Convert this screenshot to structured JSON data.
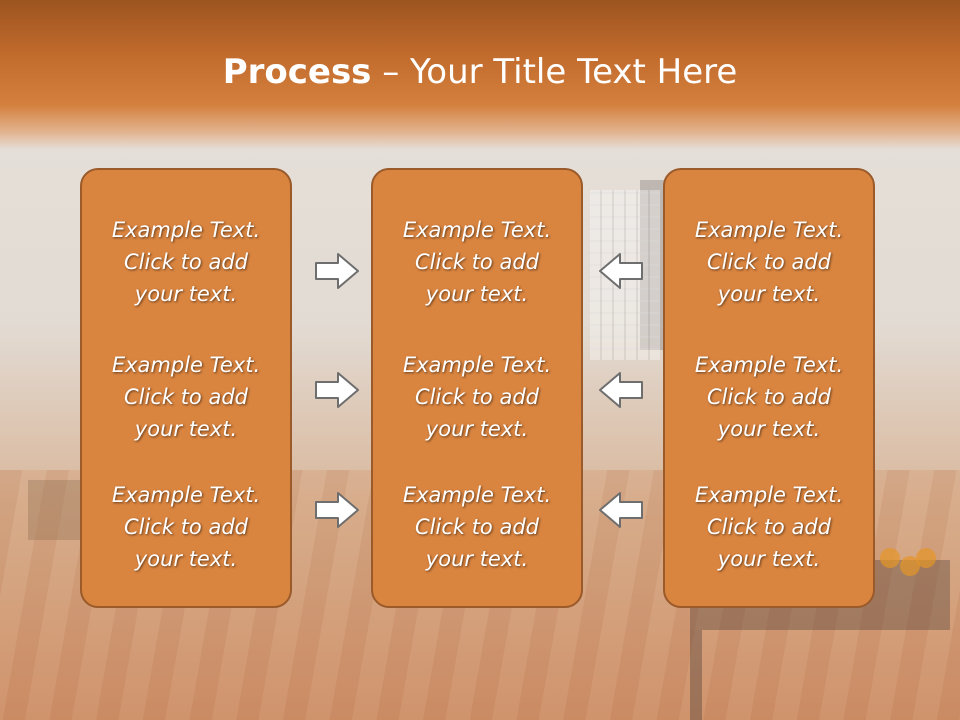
{
  "slide": {
    "title_bold": "Process",
    "title_rest": " – Your Title Text Here"
  },
  "columns": [
    {
      "items": [
        {
          "line1": "Example Text.",
          "line2": "Click  to add",
          "line3": "your text."
        },
        {
          "line1": "Example Text.",
          "line2": "Click  to add",
          "line3": "your text."
        },
        {
          "line1": "Example Text.",
          "line2": "Click  to add",
          "line3": "your text."
        }
      ]
    },
    {
      "items": [
        {
          "line1": "Example Text.",
          "line2": "Click  to add",
          "line3": "your text."
        },
        {
          "line1": "Example Text.",
          "line2": "Click  to add",
          "line3": "your text."
        },
        {
          "line1": "Example Text.",
          "line2": "Click  to add",
          "line3": "your text."
        }
      ]
    },
    {
      "items": [
        {
          "line1": "Example Text.",
          "line2": "Click  to add",
          "line3": "your text."
        },
        {
          "line1": "Example Text.",
          "line2": "Click  to add",
          "line3": "your text."
        },
        {
          "line1": "Example Text.",
          "line2": "Click  to add",
          "line3": "your text."
        }
      ]
    }
  ],
  "arrows": {
    "left_group": "arrow-right-icon",
    "right_group": "arrow-left-icon"
  },
  "colors": {
    "header": "#c06a2c",
    "box_fill": "#d9843f",
    "box_border": "#9a5a2a",
    "text": "#ffffff"
  }
}
